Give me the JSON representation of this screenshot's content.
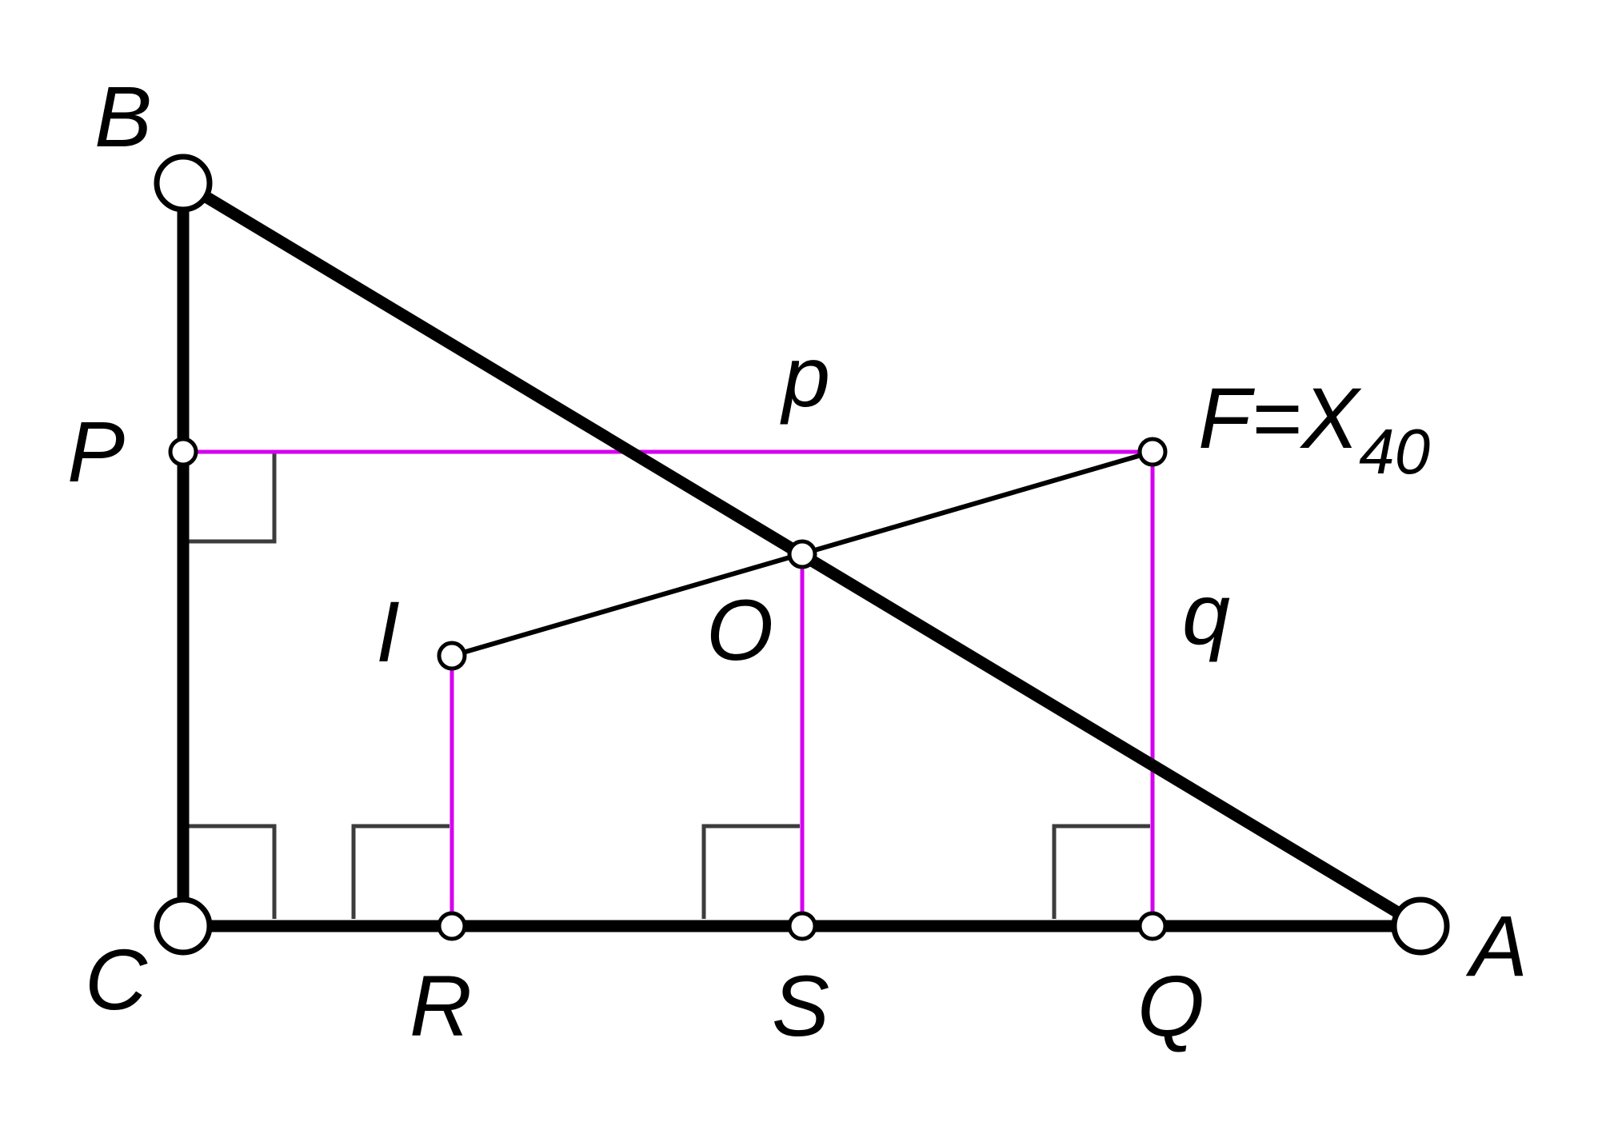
{
  "labels": {
    "A": "A",
    "B": "B",
    "C": "C",
    "P": "P",
    "Q": "Q",
    "R": "R",
    "S": "S",
    "I": "I",
    "O": "O",
    "F_main": "F=X",
    "F_sub": "40",
    "p": "p",
    "q": "q"
  },
  "colors": {
    "triangle": "#000000",
    "perpendiculars": "#d400f0",
    "right_angle_marks": "#3c3c3c",
    "background": "#ffffff"
  }
}
